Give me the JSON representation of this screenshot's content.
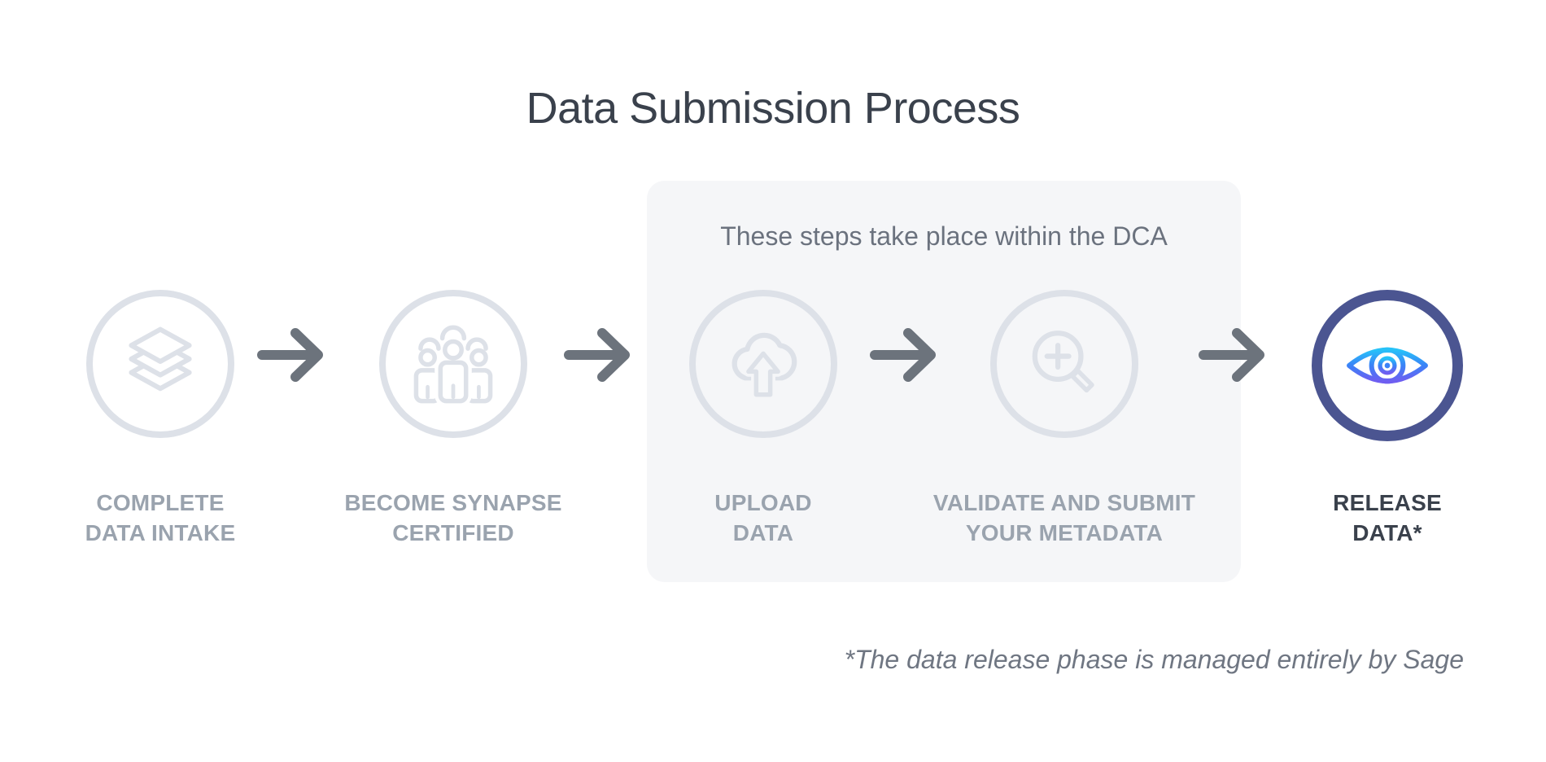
{
  "title": "Data Submission Process",
  "dca_panel": {
    "caption": "These steps take place within the DCA"
  },
  "steps": [
    {
      "id": "complete-data-intake",
      "icon": "layers-icon",
      "label_lines": [
        "COMPLETE",
        "DATA INTAKE"
      ],
      "inside_dca": false,
      "highlighted": false
    },
    {
      "id": "become-synapse-certified",
      "icon": "community-icon",
      "label_lines": [
        "BECOME SYNAPSE",
        "CERTIFIED"
      ],
      "inside_dca": false,
      "highlighted": false
    },
    {
      "id": "upload-data",
      "icon": "cloud-upload-icon",
      "label_lines": [
        "UPLOAD",
        "DATA"
      ],
      "inside_dca": true,
      "highlighted": false
    },
    {
      "id": "validate-and-submit-metadata",
      "icon": "zoom-in-icon",
      "label_lines": [
        "VALIDATE AND SUBMIT",
        "YOUR METADATA"
      ],
      "inside_dca": true,
      "highlighted": false
    },
    {
      "id": "release-data",
      "icon": "eye-icon",
      "label_lines": [
        "RELEASE",
        "DATA*"
      ],
      "inside_dca": false,
      "highlighted": true
    }
  ],
  "footnote": "*The data release phase is managed entirely by Sage",
  "colors": {
    "background": "#ffffff",
    "title_text": "#3a414c",
    "panel_background": "#f5f6f8",
    "panel_caption_text": "#6b727e",
    "icon_and_circle_gray": "#dde1e8",
    "label_gray": "#9aa3ae",
    "highlight_label_dark": "#3a414c",
    "arrow_gray": "#6c737c",
    "highlight_circle_indigo": "#4b5591",
    "eye_gradient_top": "#27c2f8",
    "eye_gradient_mid": "#3b82f7",
    "eye_gradient_bottom": "#6e5ef1",
    "footnote_text": "#6f7682"
  }
}
